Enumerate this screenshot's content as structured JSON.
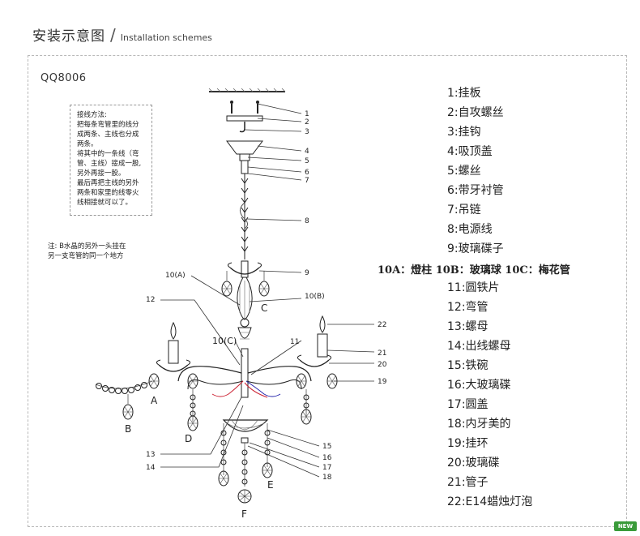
{
  "header": {
    "title_cn": "安装示意图",
    "separator": "/",
    "title_en": "Installation schemes"
  },
  "model": "QQ8006",
  "wiring_note": {
    "lines": [
      "接线方法:",
      "把每条弯管里的线分",
      "成两条、主线也分成",
      "两条。",
      "将其中的一条线（弯",
      "管、主线）接成一股,",
      "另外再接一股。",
      "最后再把主线的另外",
      "两条和家里的线零火",
      "线相接就可以了。"
    ]
  },
  "crystal_note": {
    "lines": [
      "注: B水晶的另外一头挂在",
      "另一支弯管的同一个地方"
    ]
  },
  "legend": [
    {
      "text": "1:挂板"
    },
    {
      "text": "2:自攻螺丝"
    },
    {
      "text": "3:挂钩"
    },
    {
      "text": "4:吸顶盖"
    },
    {
      "text": "5:螺丝"
    },
    {
      "text": "6:带牙衬管"
    },
    {
      "text": "7:吊链"
    },
    {
      "text": "8:电源线"
    },
    {
      "text": "9:玻璃碟子"
    },
    {
      "text": "10A：燈柱 10B：玻璃球 10C：梅花管",
      "bold": true
    },
    {
      "text": "11:圆铁片"
    },
    {
      "text": "12:弯管"
    },
    {
      "text": "13:螺母"
    },
    {
      "text": "14:出线螺母"
    },
    {
      "text": "15:铁碗"
    },
    {
      "text": "16:大玻璃碟"
    },
    {
      "text": "17:圆盖"
    },
    {
      "text": "18:内牙美的"
    },
    {
      "text": "19:挂环"
    },
    {
      "text": "20:玻璃碟"
    },
    {
      "text": "21:管子"
    },
    {
      "text": "22:E14蜡烛灯泡"
    }
  ],
  "callouts": {
    "right_numbers": [
      "1",
      "2",
      "3",
      "4",
      "5",
      "6",
      "7",
      "8",
      "9"
    ],
    "n10a": "10(A)",
    "n10b": "10(B)",
    "n10c": "10(C)",
    "n11": "11",
    "n12": "12",
    "n13": "13",
    "n14": "14",
    "n15": "15",
    "n16": "16",
    "n17": "17",
    "n18": "18",
    "n19": "19",
    "n20": "20",
    "n21": "21",
    "n22": "22",
    "letters": {
      "A": "A",
      "B": "B",
      "C": "C",
      "D": "D",
      "E": "E",
      "F": "F"
    }
  },
  "badge": "NEW"
}
